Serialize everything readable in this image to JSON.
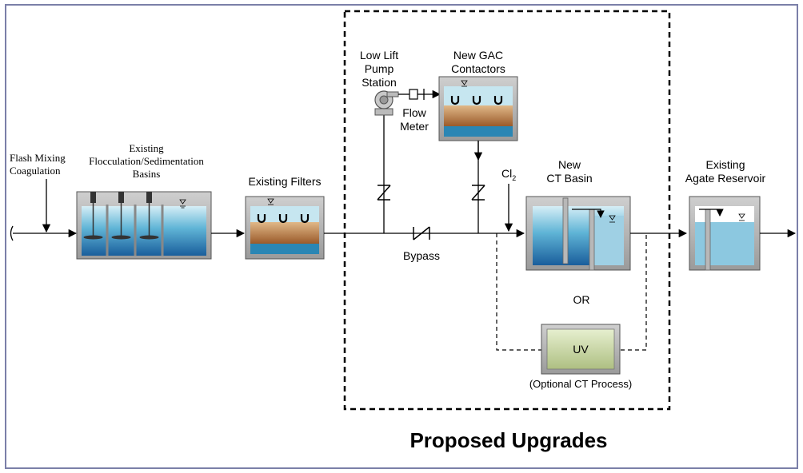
{
  "labels": {
    "flash_mixing_line1": "Flash Mixing",
    "flash_mixing_line2": "Coagulation",
    "floc_line1": "Existing",
    "floc_line2": "Flocculation/Sedimentation",
    "floc_line3": "Basins",
    "filters": "Existing Filters",
    "pump_line1": "Low Lift",
    "pump_line2": "Pump",
    "pump_line3": "Station",
    "gac_line1": "New GAC",
    "gac_line2": "Contactors",
    "flow_meter_line1": "Flow",
    "flow_meter_line2": "Meter",
    "bypass": "Bypass",
    "cl2_base": "Cl",
    "cl2_sub": "2",
    "ct_line1": "New",
    "ct_line2": "CT Basin",
    "or": "OR",
    "uv": "UV",
    "optional_ct": "(Optional CT Process)",
    "reservoir_line1": "Existing",
    "reservoir_line2": "Agate Reservoir",
    "proposed_upgrades": "Proposed Upgrades"
  },
  "colors": {
    "frame": "#7b7fa8",
    "water_light": "#cfe9f2",
    "water_mid": "#7cc3dc",
    "water_dark": "#1e73a8",
    "media_sand": "#d4a878",
    "media_brown": "#9a5a2a",
    "uv_fill": "#c8d6a8"
  }
}
